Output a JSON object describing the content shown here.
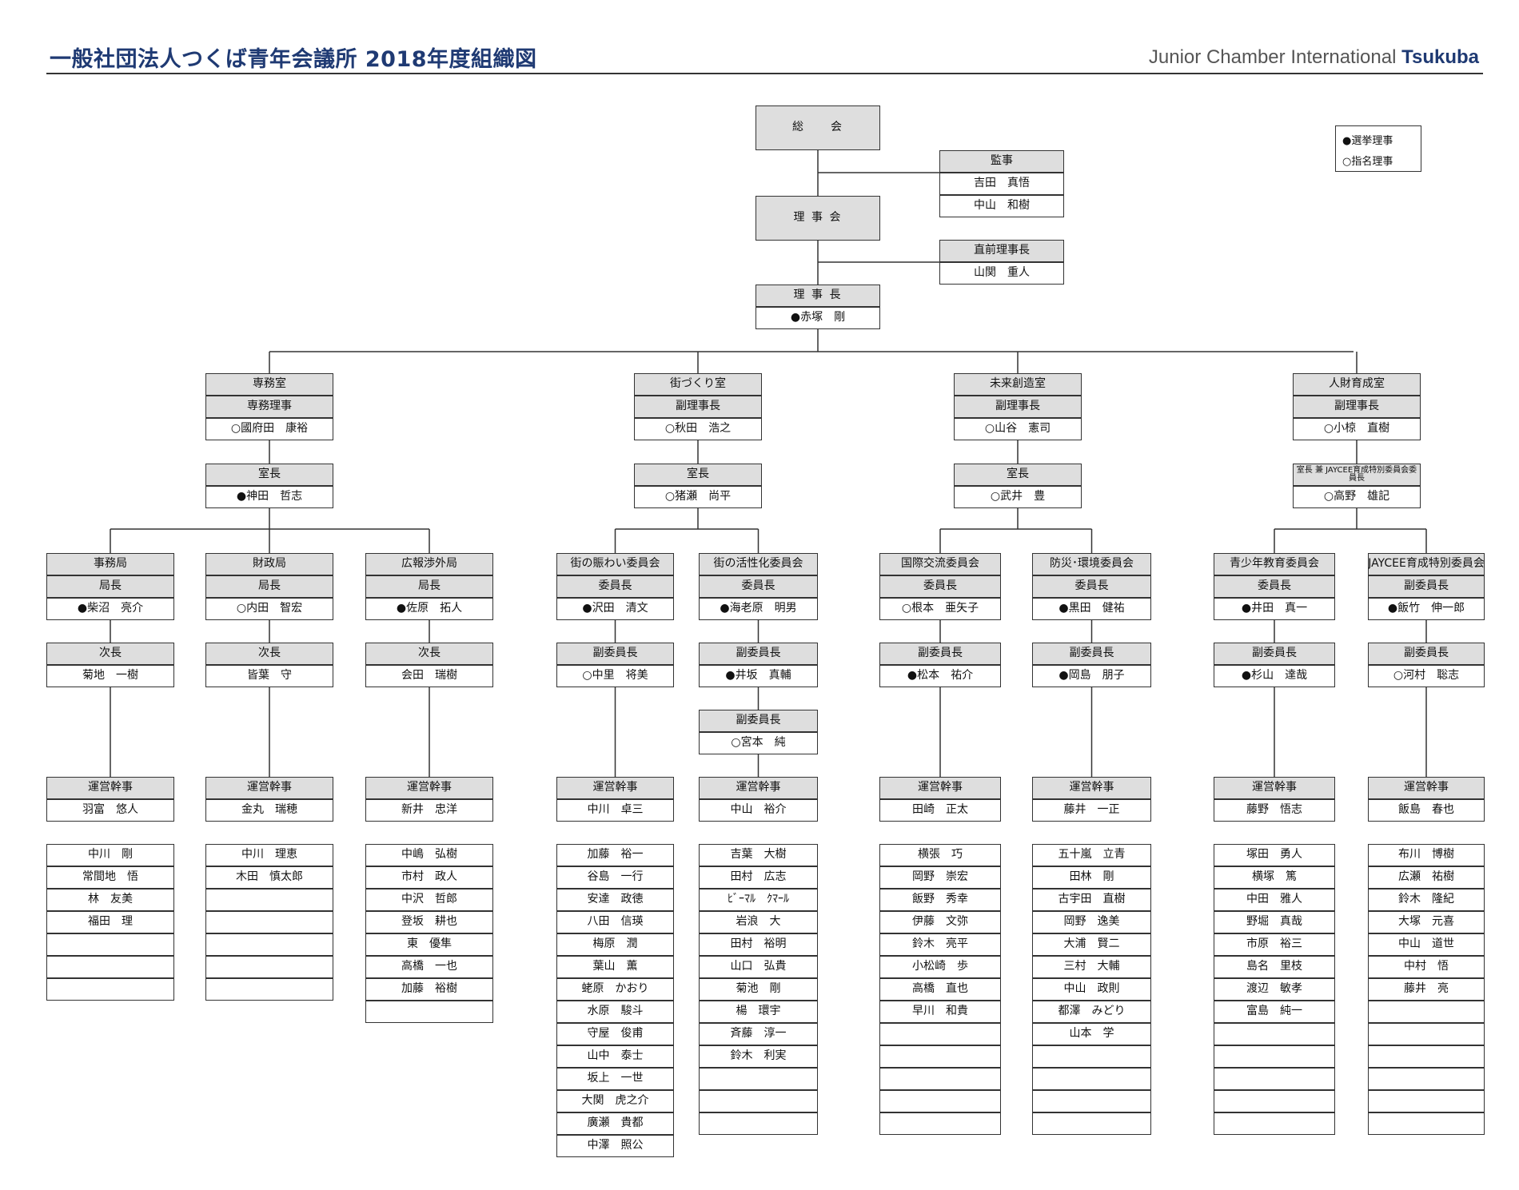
{
  "header": {
    "title": "一般社団法人つくば青年会議所 2018年度組織図",
    "brand_prefix": "Junior Chamber International",
    "brand_name": "Tsukuba"
  },
  "legend": {
    "elected": "●選挙理事",
    "appointed": "○指名理事"
  },
  "top": {
    "general_assembly": "総　　会",
    "board": "理 事 会",
    "auditors": {
      "title": "監事",
      "names": [
        "吉田　真悟",
        "中山　和樹"
      ]
    },
    "past_president": {
      "title": "直前理事長",
      "name": "山関　重人"
    },
    "president": {
      "title": "理 事 長",
      "name": "●赤塚　剛"
    }
  },
  "divisions": [
    {
      "dept": "専務室",
      "role": "専務理事",
      "head": "○國府田　康裕",
      "chief_title": "室長",
      "chief_name": "●神田　哲志",
      "units": [
        {
          "name": "事務局",
          "lead_title": "局長",
          "lead": "●柴沼　亮介",
          "deputies": [
            {
              "title": "次長",
              "name": "菊地　一樹"
            }
          ],
          "coord_title": "運営幹事",
          "coord": "羽富　悠人",
          "members": [
            "中川　剛",
            "常間地　悟",
            "林　友美",
            "福田　理",
            "",
            "",
            ""
          ]
        },
        {
          "name": "財政局",
          "lead_title": "局長",
          "lead": "○内田　智宏",
          "deputies": [
            {
              "title": "次長",
              "name": "皆葉　守"
            }
          ],
          "coord_title": "運営幹事",
          "coord": "金丸　瑞穂",
          "members": [
            "中川　理恵",
            "木田　慎太郎",
            "",
            "",
            "",
            "",
            ""
          ]
        },
        {
          "name": "広報渉外局",
          "lead_title": "局長",
          "lead": "●佐原　拓人",
          "deputies": [
            {
              "title": "次長",
              "name": "会田　瑞樹"
            }
          ],
          "coord_title": "運営幹事",
          "coord": "新井　忠洋",
          "members": [
            "中嶋　弘樹",
            "市村　政人",
            "中沢　哲郎",
            "登坂　耕也",
            "東　優隼",
            "高橋　一也",
            "加藤　裕樹",
            ""
          ]
        }
      ]
    },
    {
      "dept": "街づくり室",
      "role": "副理事長",
      "head": "○秋田　浩之",
      "chief_title": "室長",
      "chief_name": "○猪瀬　尚平",
      "units": [
        {
          "name": "街の賑わい委員会",
          "lead_title": "委員長",
          "lead": "●沢田　清文",
          "deputies": [
            {
              "title": "副委員長",
              "name": "○中里　将美"
            }
          ],
          "coord_title": "運営幹事",
          "coord": "中川　卓三",
          "members": [
            "加藤　裕一",
            "谷島　一行",
            "安達　政徳",
            "八田　信瑛",
            "梅原　潤",
            "葉山　薫",
            "蛯原　かおり",
            "水原　駿斗",
            "守屋　俊甫",
            "山中　泰士",
            "坂上　一世",
            "大関　虎之介",
            "廣瀬　貴都",
            "中澤　照公"
          ]
        },
        {
          "name": "街の活性化委員会",
          "lead_title": "委員長",
          "lead": "●海老原　明男",
          "deputies": [
            {
              "title": "副委員長",
              "name": "●井坂　真輔"
            },
            {
              "title": "副委員長",
              "name": "○宮本　純"
            }
          ],
          "coord_title": "運営幹事",
          "coord": "中山　裕介",
          "members": [
            "吉葉　大樹",
            "田村　広志",
            "ﾋﾞｰﾏﾙ　ｸﾏｰﾙ",
            "岩浪　大",
            "田村　裕明",
            "山口　弘貴",
            "菊池　剛",
            "楊　環宇",
            "斉藤　淳一",
            "鈴木　利実",
            "",
            "",
            ""
          ]
        }
      ]
    },
    {
      "dept": "未来創造室",
      "role": "副理事長",
      "head": "○山谷　憲司",
      "chief_title": "室長",
      "chief_name": "○武井　豊",
      "units": [
        {
          "name": "国際交流委員会",
          "lead_title": "委員長",
          "lead": "○根本　亜矢子",
          "deputies": [
            {
              "title": "副委員長",
              "name": "●松本　祐介"
            }
          ],
          "coord_title": "運営幹事",
          "coord": "田崎　正太",
          "members": [
            "横張　巧",
            "岡野　崇宏",
            "飯野　秀幸",
            "伊藤　文弥",
            "鈴木　亮平",
            "小松崎　歩",
            "高橋　直也",
            "早川　和貴",
            "",
            "",
            "",
            "",
            ""
          ]
        },
        {
          "name": "防災･環境委員会",
          "lead_title": "委員長",
          "lead": "●黒田　健祐",
          "deputies": [
            {
              "title": "副委員長",
              "name": "●岡島　朋子"
            }
          ],
          "coord_title": "運営幹事",
          "coord": "藤井　一正",
          "members": [
            "五十嵐　立青",
            "田林　剛",
            "古宇田　直樹",
            "岡野　逸美",
            "大浦　賢二",
            "三村　大輔",
            "中山　政則",
            "都澤　みどり",
            "山本　学",
            "",
            "",
            "",
            ""
          ]
        }
      ]
    },
    {
      "dept": "人財育成室",
      "role": "副理事長",
      "head": "○小椋　直樹",
      "chief_title": "室長 兼 JAYCEE育成特別委員会委員長",
      "chief_name": "○高野　雄記",
      "units": [
        {
          "name": "青少年教育委員会",
          "lead_title": "委員長",
          "lead": "●井田　真一",
          "deputies": [
            {
              "title": "副委員長",
              "name": "●杉山　達哉"
            }
          ],
          "coord_title": "運営幹事",
          "coord": "藤野　悟志",
          "members": [
            "塚田　勇人",
            "横塚　篤",
            "中田　雅人",
            "野堀　真哉",
            "市原　裕三",
            "島名　里枝",
            "渡辺　敏孝",
            "富島　純一",
            "",
            "",
            "",
            "",
            ""
          ]
        },
        {
          "name": "JAYCEE育成特別委員会",
          "lead_title": "副委員長",
          "lead": "●飯竹　伸一郎",
          "deputies": [
            {
              "title": "副委員長",
              "name": "○河村　聡志"
            }
          ],
          "coord_title": "運営幹事",
          "coord": "飯島　春也",
          "members": [
            "布川　博樹",
            "広瀬　祐樹",
            "鈴木　隆紀",
            "大塚　元喜",
            "中山　道世",
            "中村　悟",
            "藤井　亮",
            "",
            "",
            "",
            "",
            "",
            ""
          ]
        }
      ]
    }
  ]
}
